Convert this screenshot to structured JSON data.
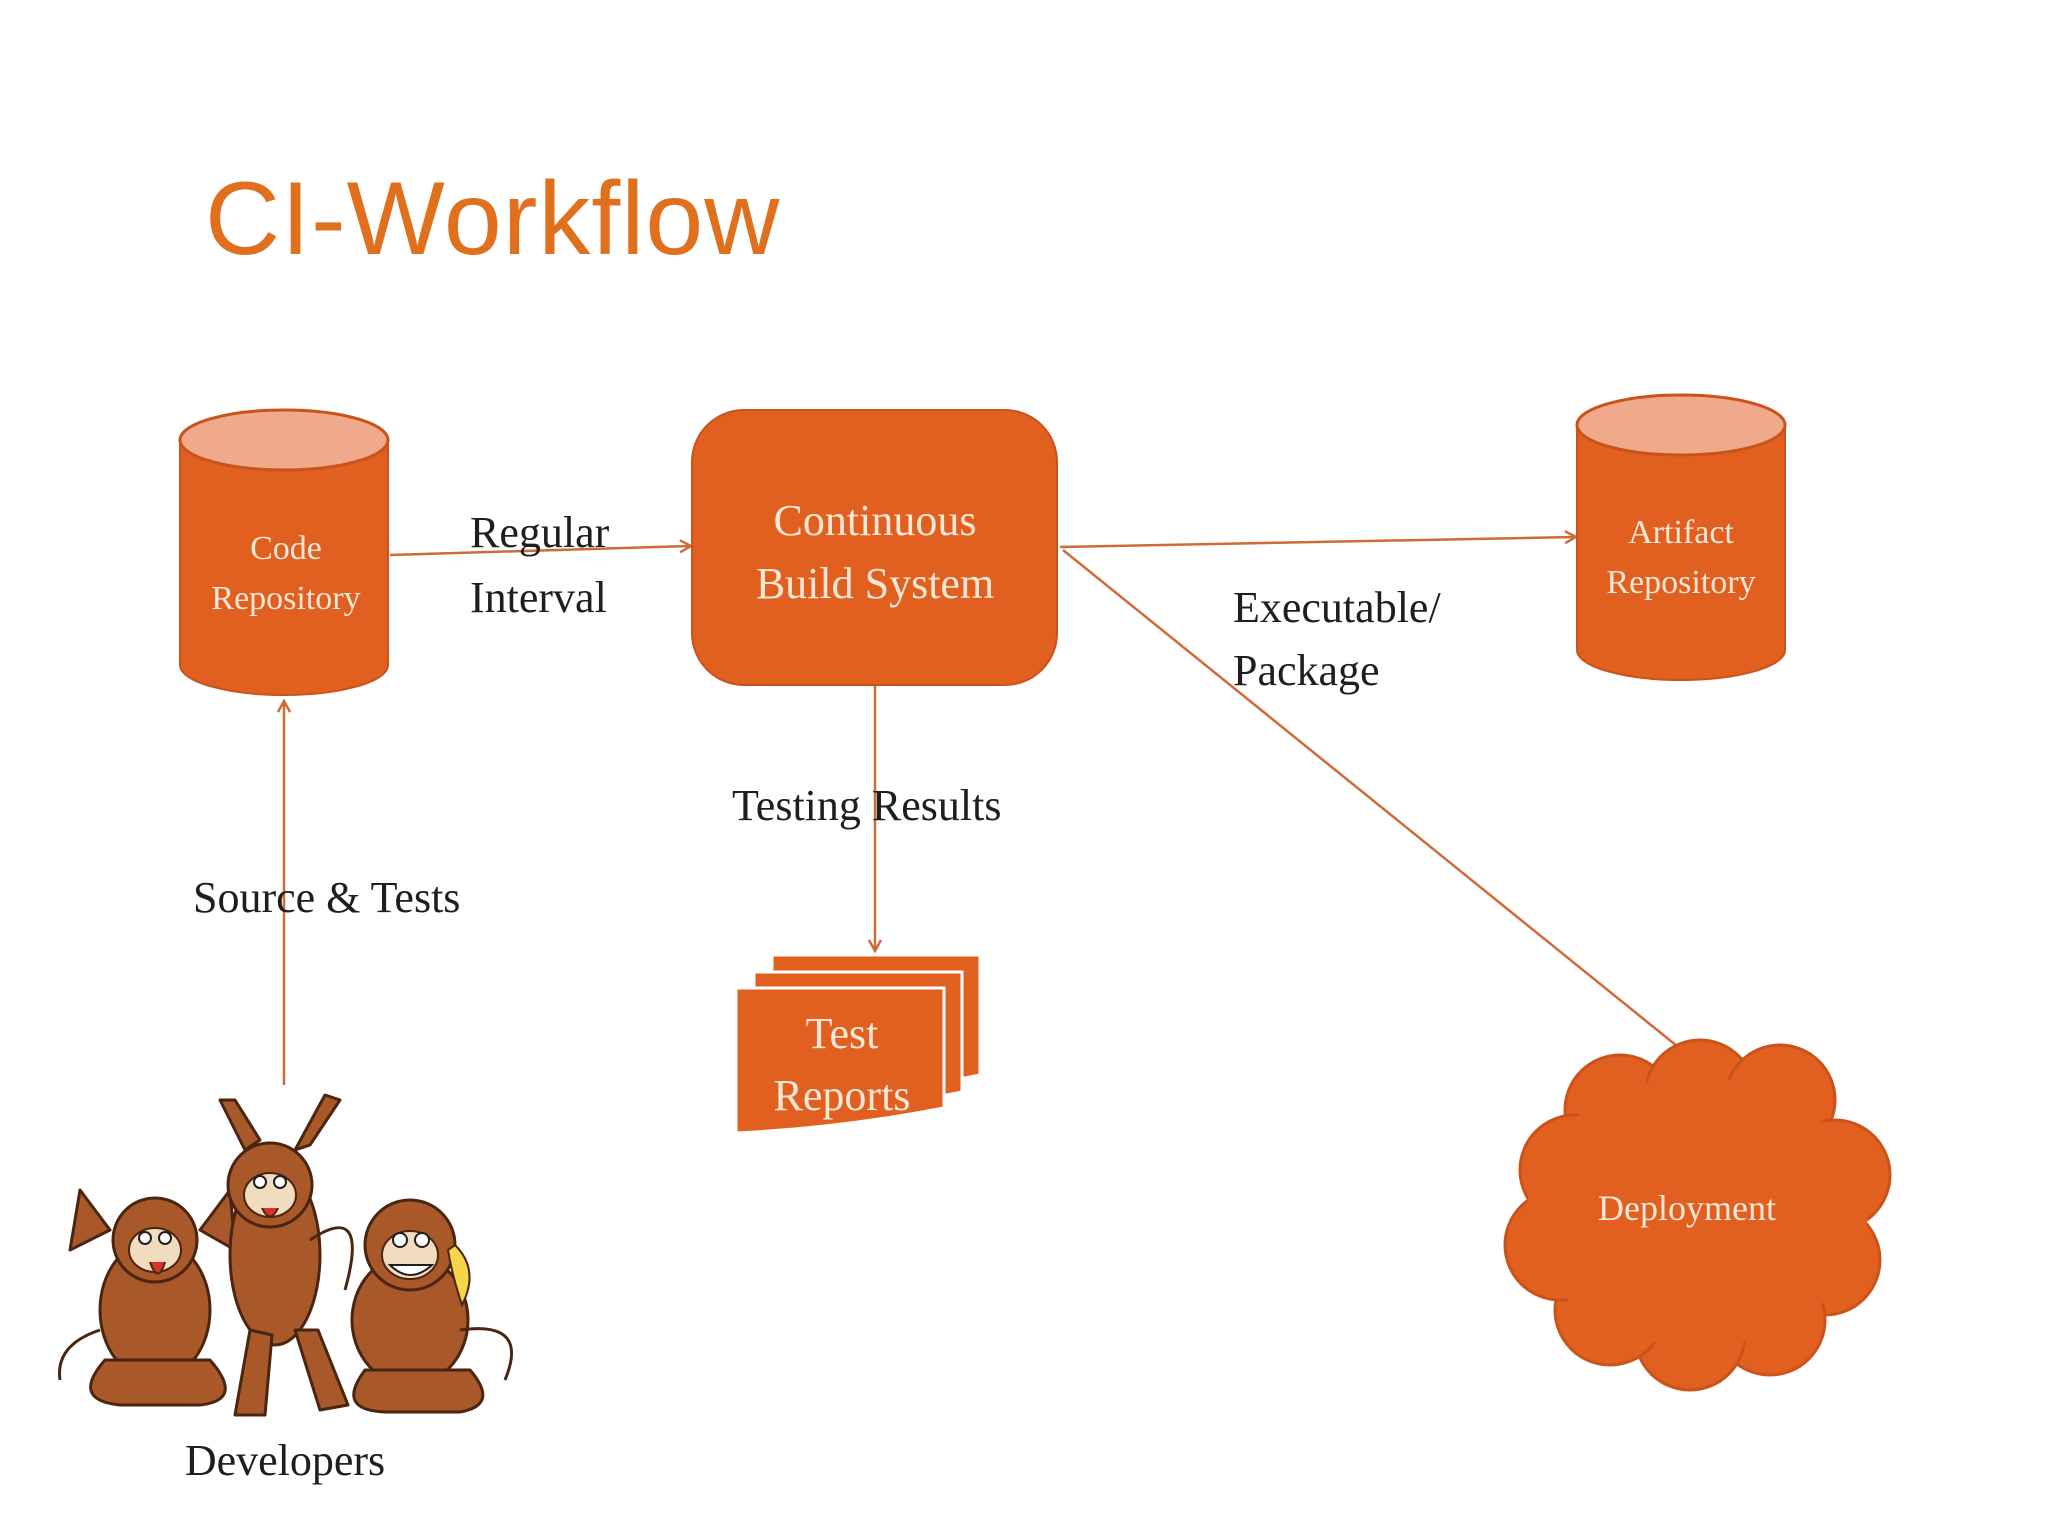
{
  "slide": {
    "title": "CI-Workflow"
  },
  "colors": {
    "accent": "#e0701e",
    "node_fill": "#e2601f",
    "node_top": "#f0a98a",
    "edge": "#d06a36",
    "label_text": "#1e1e1e"
  },
  "nodes": {
    "code_repository": {
      "line1": "Code",
      "line2": "Repository"
    },
    "build_system": {
      "line1": "Continuous",
      "line2": "Build System"
    },
    "artifact_repository": {
      "line1": "Artifact",
      "line2": "Repository"
    },
    "test_reports": {
      "line1": "Test",
      "line2": "Reports"
    },
    "deployment": {
      "label": "Deployment"
    },
    "developers": {
      "label": "Developers",
      "icon": "monkeys-icon"
    }
  },
  "edges": {
    "regular_interval": {
      "line1": "Regular",
      "line2": "Interval"
    },
    "executable_package": {
      "line1": "Executable/",
      "line2": "Package"
    },
    "testing_results": {
      "label": "Testing Results"
    },
    "source_tests": {
      "label": "Source & Tests"
    }
  }
}
